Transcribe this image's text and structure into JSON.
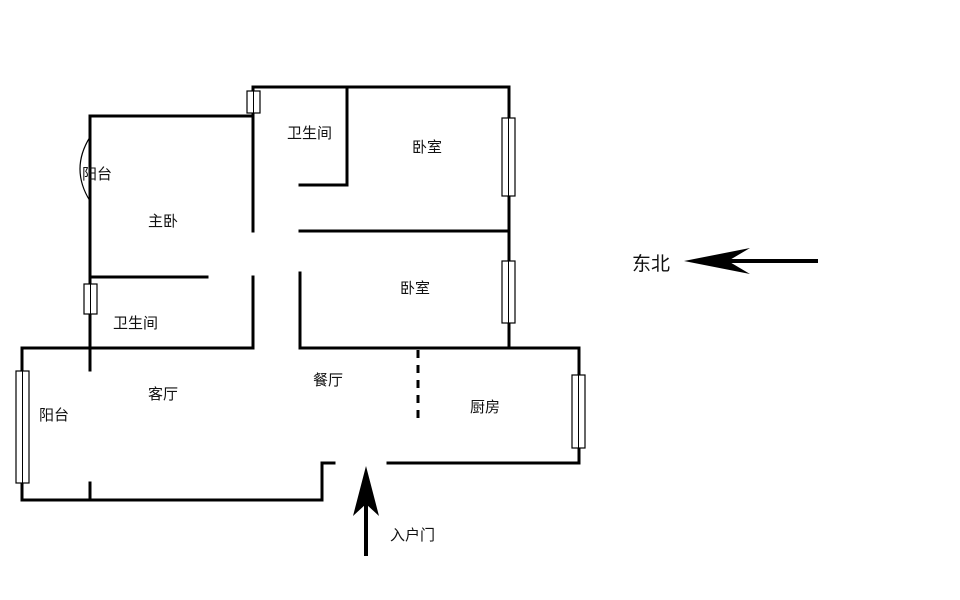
{
  "rooms": {
    "balcony_top": "阳台",
    "master_bedroom": "主卧",
    "bathroom_top": "卫生间",
    "bedroom_top": "卧室",
    "bedroom_mid": "卧室",
    "bathroom_left": "卫生间",
    "living_room": "客厅",
    "dining_room": "餐厅",
    "balcony_left": "阳台",
    "kitchen": "厨房"
  },
  "labels": {
    "orientation": "东北",
    "entrance": "入户门"
  },
  "colors": {
    "line": "#000000",
    "background": "#ffffff"
  }
}
